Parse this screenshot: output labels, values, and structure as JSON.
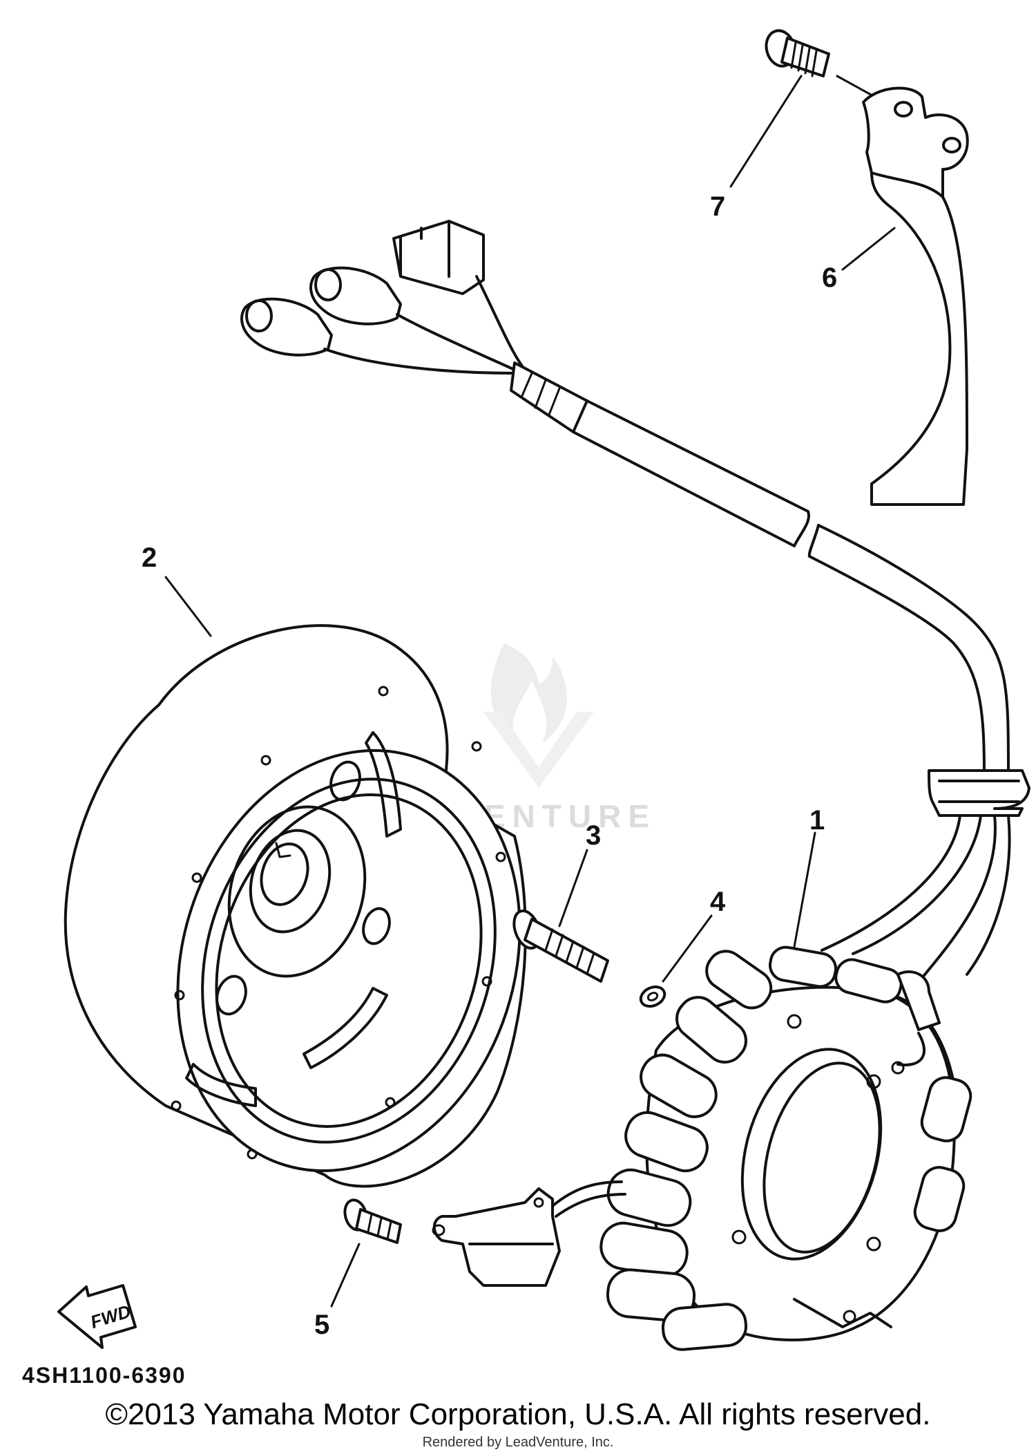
{
  "diagram": {
    "callouts": [
      {
        "number": "1",
        "part": "stator-assembly"
      },
      {
        "number": "2",
        "part": "rotor-flywheel"
      },
      {
        "number": "3",
        "part": "rotor-bolt"
      },
      {
        "number": "4",
        "part": "washer"
      },
      {
        "number": "5",
        "part": "pickup-coil-screw"
      },
      {
        "number": "6",
        "part": "lead-holder-clamp"
      },
      {
        "number": "7",
        "part": "clamp-screw"
      }
    ],
    "diagram_code": "4SH1100-6390",
    "fwd_label": "FWD",
    "watermark_text": "LEADVENTURE",
    "icons": [
      "fwd-arrow-icon",
      "leadventure-logo-icon"
    ]
  },
  "footer": {
    "copyright": "©2013 Yamaha Motor Corporation, U.S.A. All rights reserved.",
    "rendered_by": "Rendered by LeadVenture, Inc."
  }
}
